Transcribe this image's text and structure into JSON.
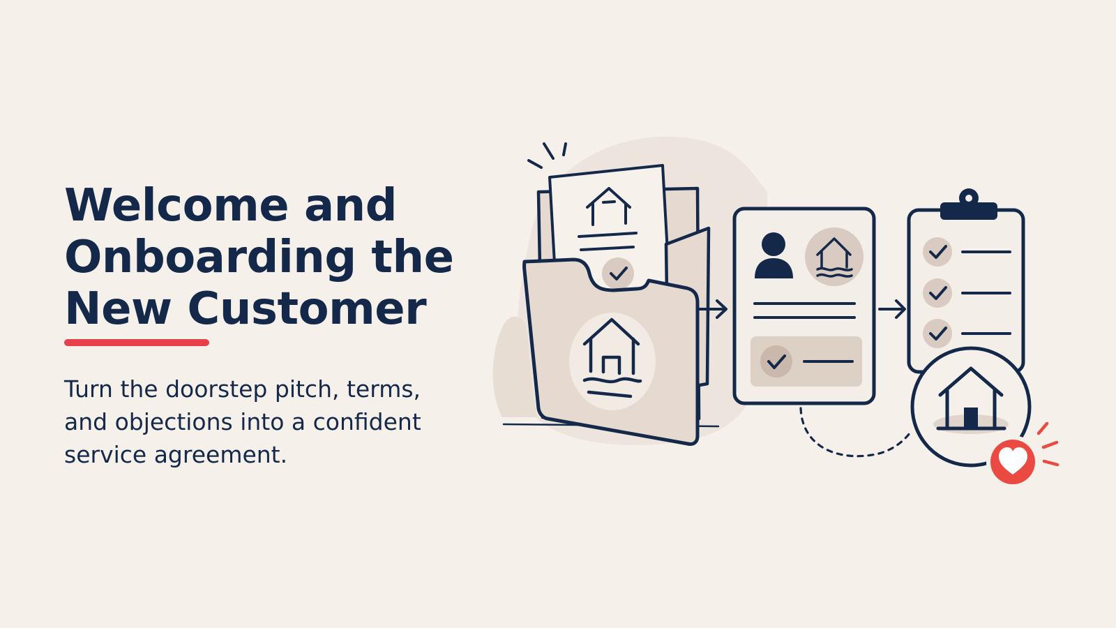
{
  "slide": {
    "title_lines": [
      "Welcome and",
      "Onboarding the",
      "New Customer"
    ],
    "subtitle_lines": [
      "Turn the doorstep pitch, terms,",
      "and objections into a confident",
      "service agreement."
    ]
  },
  "colors": {
    "background": "#f5f1ea",
    "ink": "#14284a",
    "accent_red": "#e8404a",
    "card_fill": "#f0e9e1",
    "folder_fill": "#e6d9cf",
    "soft_circle": "#d9cbc1",
    "blob": "#ede5dd"
  },
  "icons": [
    "sparkle-icon",
    "house-icon",
    "check-icon",
    "folder-icon",
    "person-icon",
    "flood-house-icon",
    "arrow-right-icon",
    "clipboard-icon",
    "heart-icon"
  ]
}
